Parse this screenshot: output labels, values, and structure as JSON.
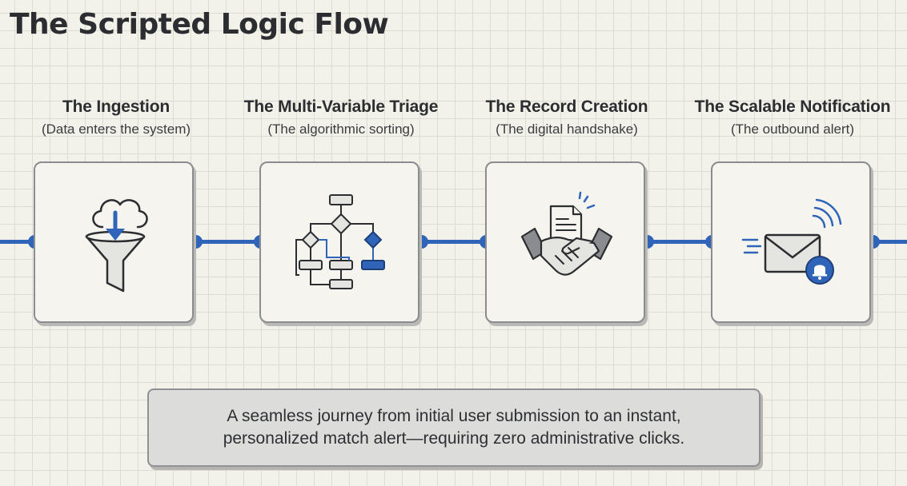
{
  "title": "The Scripted Logic Flow",
  "steps": [
    {
      "title": "The Ingestion",
      "subtitle": "(Data enters the system)",
      "icon": "cloud-funnel-icon"
    },
    {
      "title": "The Multi-Variable Triage",
      "subtitle": "(The algorithmic sorting)",
      "icon": "flowchart-icon"
    },
    {
      "title": "The Record Creation",
      "subtitle": "(The digital handshake)",
      "icon": "handshake-document-icon"
    },
    {
      "title": "The Scalable Notification",
      "subtitle": "(The outbound alert)",
      "icon": "envelope-bell-icon"
    }
  ],
  "summary": "A seamless journey from initial user submission to an instant, personalized match alert—requiring zero administrative clicks.",
  "colors": {
    "accent": "#2f64b8",
    "background": "#f3f2ea",
    "ink": "#2b2d31"
  }
}
